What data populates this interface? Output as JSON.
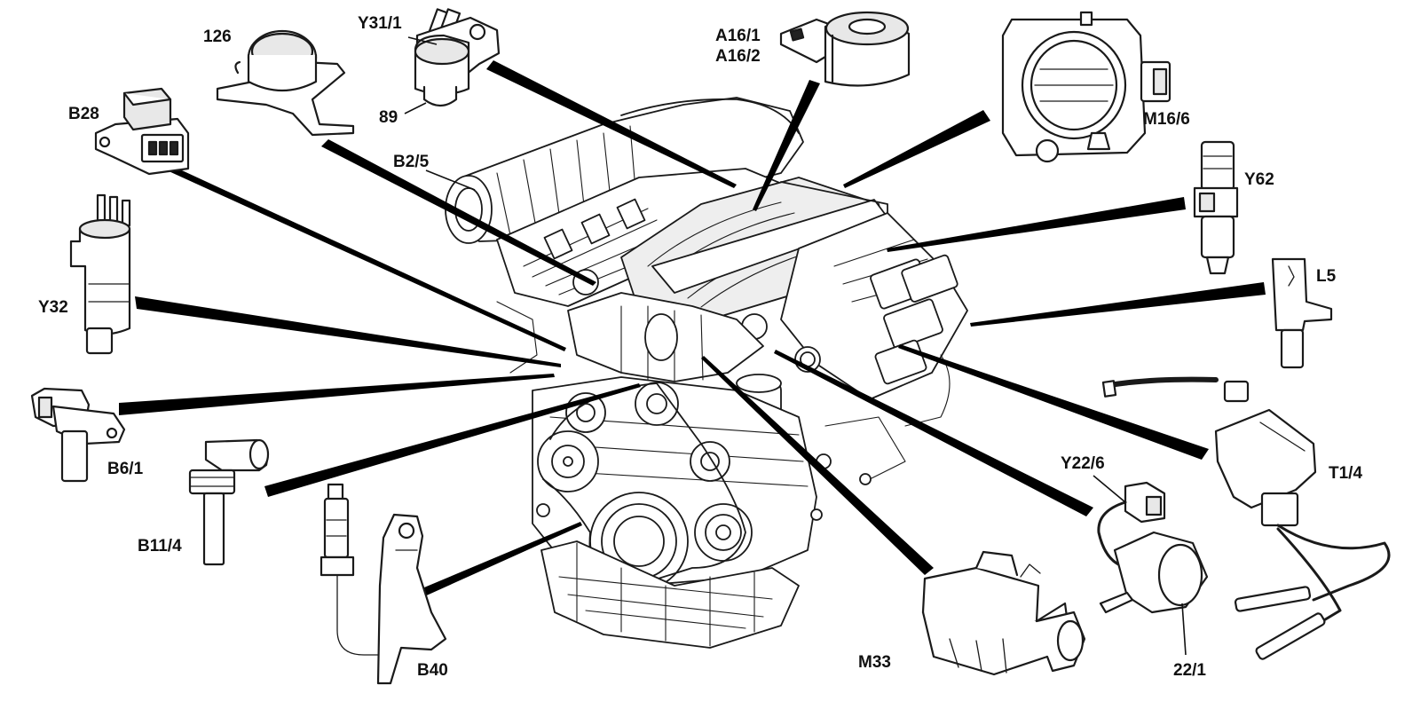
{
  "diagram": {
    "subject": "engine-component-locator",
    "labels": {
      "c126": "126",
      "y31_1": "Y31/1",
      "c89": "89",
      "a16": "A16/1\nA16/2",
      "a16_1": "A16/1",
      "a16_2": "A16/2",
      "m16_6": "M16/6",
      "b28": "B28",
      "b2_5": "B2/5",
      "y62": "Y62",
      "y32": "Y32",
      "l5": "L5",
      "b6_1": "B6/1",
      "t1_4": "T1/4",
      "b11_4": "B11/4",
      "y22_6": "Y22/6",
      "b40": "B40",
      "m33": "M33",
      "c22_1": "22/1"
    }
  }
}
